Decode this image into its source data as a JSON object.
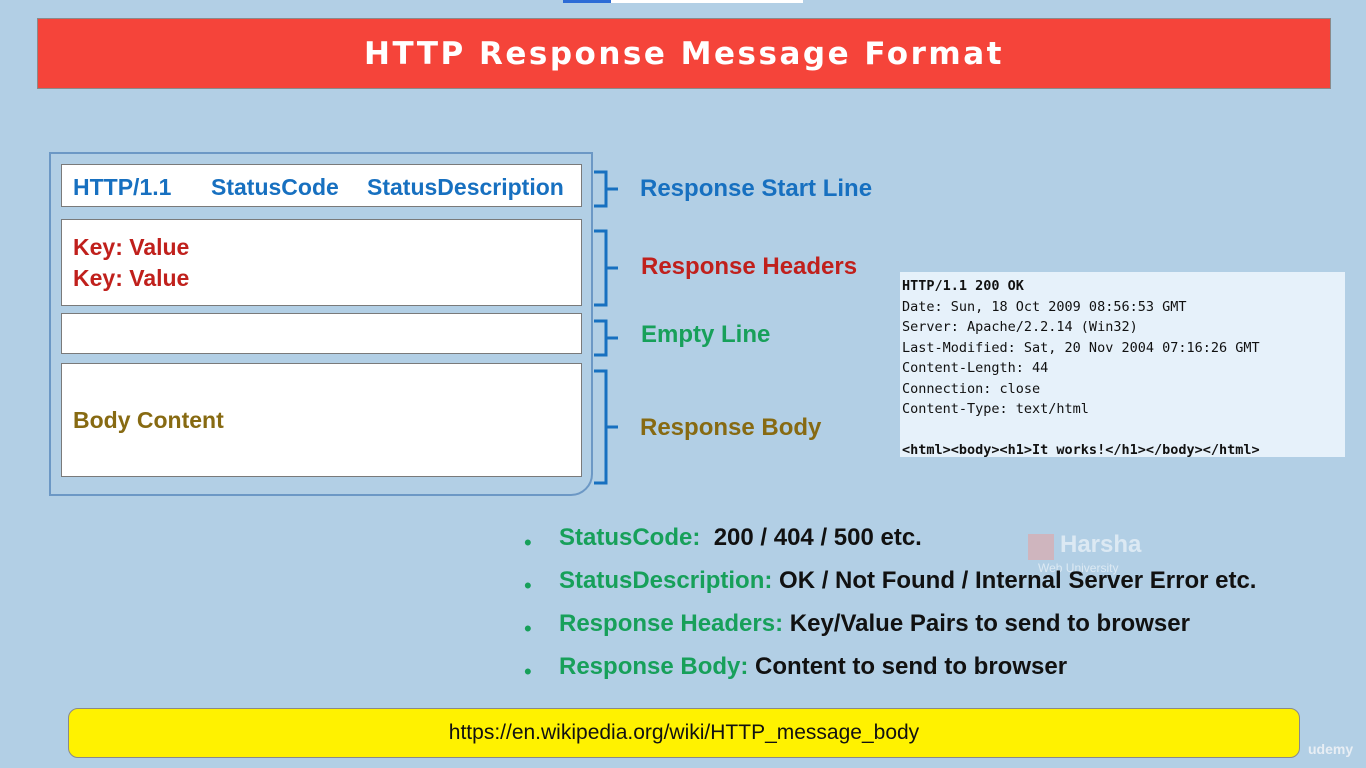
{
  "title": "HTTP Response Message Format",
  "message_structure": {
    "start_line": {
      "version": "HTTP/1.1",
      "status_code": "StatusCode",
      "status_description": "StatusDescription"
    },
    "headers": [
      "Key: Value",
      "Key: Value"
    ],
    "body": "Body Content"
  },
  "section_labels": {
    "start_line": "Response Start Line",
    "headers": "Response Headers",
    "empty_line": "Empty Line",
    "body": "Response Body"
  },
  "example_response": [
    "HTTP/1.1 200 OK",
    "Date: Sun, 18 Oct 2009 08:56:53 GMT",
    "Server: Apache/2.2.14 (Win32)",
    "Last-Modified: Sat, 20 Nov 2004 07:16:26 GMT",
    "Content-Length: 44",
    "Connection: close",
    "Content-Type: text/html",
    "",
    "<html><body><h1>It works!</h1></body></html>"
  ],
  "bullets": [
    {
      "term": "StatusCode:",
      "description": "200  / 404 / 500 etc."
    },
    {
      "term": "StatusDescription:",
      "description": "OK / Not Found / Internal Server Error etc."
    },
    {
      "term": "Response Headers:",
      "description": "Key/Value Pairs to send to browser"
    },
    {
      "term": "Response Body:",
      "description": "Content to send to browser"
    }
  ],
  "reference_url": "https://en.wikipedia.org/wiki/HTTP_message_body",
  "watermark": {
    "name": "Harsha",
    "subtitle": "Web University"
  },
  "platform_logo": "udemy",
  "colors": {
    "background": "#b2cfe5",
    "title_banner": "#f5443a",
    "start_line": "#1770c0",
    "headers": "#c0201c",
    "empty_line": "#17a05a",
    "body": "#876a12",
    "url_bar": "#fff200"
  }
}
